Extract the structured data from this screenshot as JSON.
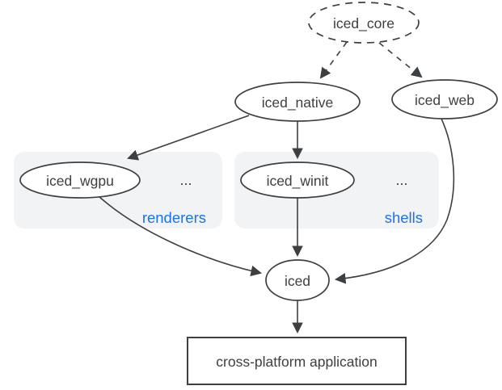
{
  "diagram": {
    "colors": {
      "background": "#ffffff",
      "stroke": "#3c4043",
      "text": "#3c4043",
      "accent_blue": "#1a73e8",
      "group_fill": "#f1f3f5",
      "node_fill": "#ffffff"
    },
    "nodes": {
      "iced_core": {
        "label": "iced_core",
        "shape": "ellipse-dashed"
      },
      "iced_native": {
        "label": "iced_native",
        "shape": "ellipse"
      },
      "iced_web": {
        "label": "iced_web",
        "shape": "ellipse"
      },
      "iced_wgpu": {
        "label": "iced_wgpu",
        "shape": "ellipse"
      },
      "iced_winit": {
        "label": "iced_winit",
        "shape": "ellipse"
      },
      "iced": {
        "label": "iced",
        "shape": "ellipse"
      },
      "application": {
        "label": "cross-platform application",
        "shape": "rectangle"
      }
    },
    "groups": {
      "renderers": {
        "label": "renderers",
        "ellipsis": "...",
        "members": [
          "iced_wgpu"
        ]
      },
      "shells": {
        "label": "shells",
        "ellipsis": "...",
        "members": [
          "iced_winit"
        ]
      }
    },
    "edges": [
      {
        "from": "iced_core",
        "to": "iced_native",
        "style": "dashed"
      },
      {
        "from": "iced_core",
        "to": "iced_web",
        "style": "dashed"
      },
      {
        "from": "iced_native",
        "to": "iced_wgpu",
        "style": "solid"
      },
      {
        "from": "iced_native",
        "to": "iced_winit",
        "style": "solid"
      },
      {
        "from": "iced_wgpu",
        "to": "iced",
        "style": "solid"
      },
      {
        "from": "iced_winit",
        "to": "iced",
        "style": "solid"
      },
      {
        "from": "iced_web",
        "to": "iced",
        "style": "solid"
      },
      {
        "from": "iced",
        "to": "application",
        "style": "solid"
      }
    ]
  }
}
